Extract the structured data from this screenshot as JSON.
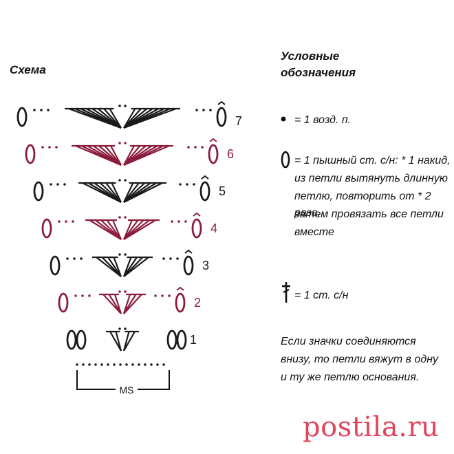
{
  "scheme": {
    "title": "Схема"
  },
  "legend": {
    "title_line1": "Условные",
    "title_line2": "обозначения",
    "chain": "= 1 возд. п.",
    "puff_lines": [
      "= 1 пышный ст. с/н: * 1 накид,",
      "из петли вытянуть длинную",
      "петлю, повторить от * 2 раза,",
      "затем провязать все петли",
      "вместе"
    ],
    "dc": "= 1 ст. с/н",
    "note_lines": [
      "Если значки соединяются",
      "внизу, то петли вяжут в одну",
      "и ту же петлю основания."
    ]
  },
  "rows": [
    {
      "label": "1",
      "color": "#1a1a1a"
    },
    {
      "label": "2",
      "color": "#8b1c3a"
    },
    {
      "label": "3",
      "color": "#1a1a1a"
    },
    {
      "label": "4",
      "color": "#8b1c3a"
    },
    {
      "label": "5",
      "color": "#1a1a1a"
    },
    {
      "label": "6",
      "color": "#8b1c3a"
    },
    {
      "label": "7",
      "color": "#1a1a1a"
    }
  ],
  "repeat_label": "MS",
  "watermark": "postila.ru",
  "colors": {
    "dark": "#1a1a1a",
    "accent": "#8b1c3a",
    "watermark": "#e2445c"
  }
}
